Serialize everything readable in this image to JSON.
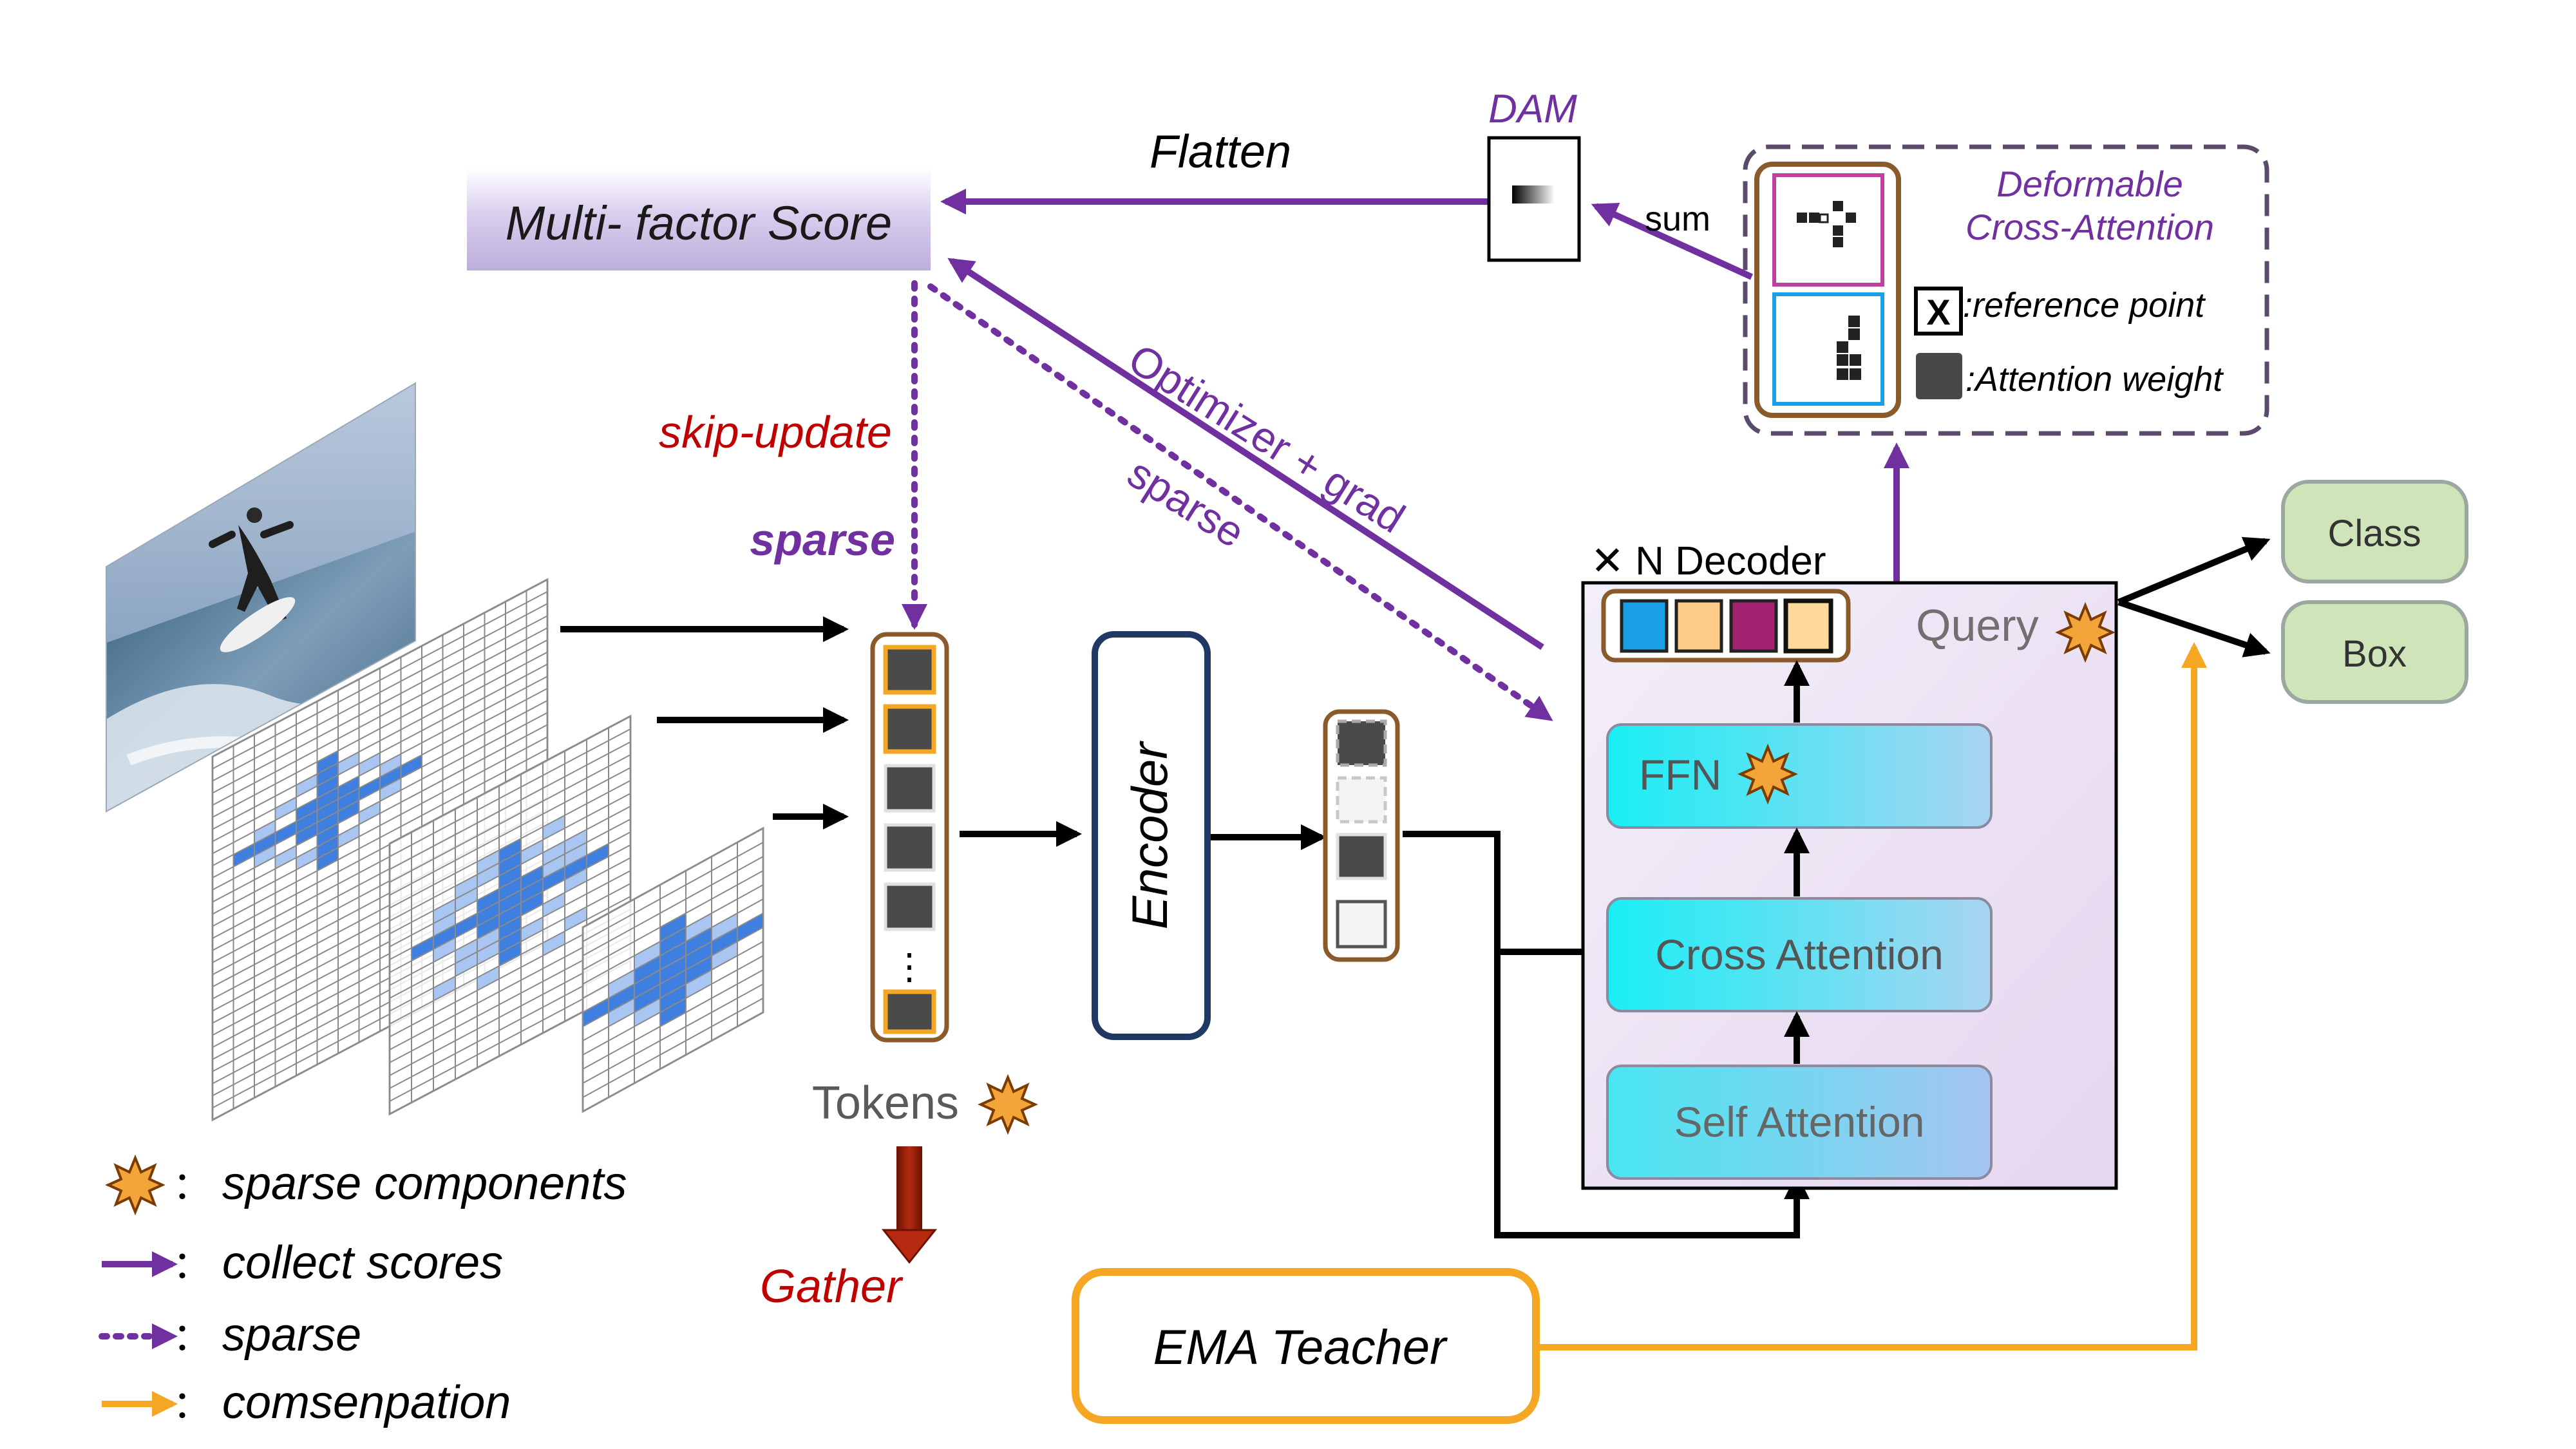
{
  "score": {
    "title": "Multi- factor Score",
    "flatten_label": "Flatten",
    "skip_update_label": "skip-update",
    "sparse_label": "sparse",
    "optimizer_label": "Optimizer +   grad",
    "sparse_diag_label": "sparse"
  },
  "dam": {
    "label": "DAM",
    "sum_label": "sum"
  },
  "deformable": {
    "title_line1": "Deformable",
    "title_line2": "Cross-Attention",
    "ref_symbol": "X",
    "ref_label": ":reference point",
    "weight_label": ":Attention weight"
  },
  "pipeline": {
    "tokens_label": "Tokens",
    "token_ellipsis": "⋮",
    "gather_label": "Gather",
    "encoder_label": "Encoder"
  },
  "decoder": {
    "title": "✕ N Decoder",
    "query_label": "Query",
    "ffn_label": "FFN",
    "cross_attention_label": "Cross Attention",
    "self_attention_label": "Self Attention",
    "query_colors": [
      "#1aa0e6",
      "#ffcc8a",
      "#a1226e",
      "#ffd89a"
    ]
  },
  "outputs": {
    "class_label": "Class",
    "box_label": "Box"
  },
  "teacher": {
    "label": "EMA Teacher"
  },
  "legend": {
    "sparse_components": "sparse components",
    "collect_scores": "collect scores",
    "sparse": "sparse",
    "compensation": "comsenpation",
    "separator": "："
  },
  "colors": {
    "purple": "#7030a0",
    "orange": "#f5a623",
    "gather_red": "#b00000",
    "gather_arrow": "#8b1a00",
    "token_border": "#8a5a2b",
    "encoder_border": "#1f3864",
    "output_fill": "#cfe4b8",
    "cyan": "#1ee8f0"
  }
}
